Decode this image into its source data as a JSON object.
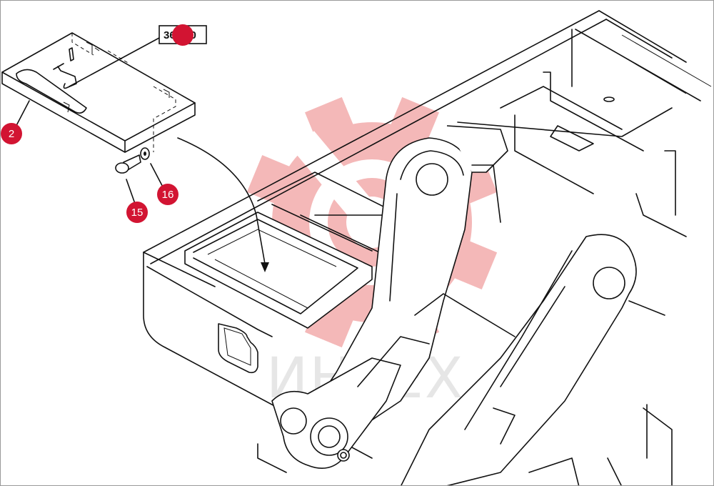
{
  "reference_box": {
    "label": "36.010"
  },
  "callouts": [
    {
      "id": "2",
      "label": "2"
    },
    {
      "id": "15",
      "label": "15"
    },
    {
      "id": "16",
      "label": "16"
    },
    {
      "id": "36-010-marker",
      "label": ""
    }
  ],
  "watermark": {
    "text": "ИНТЕХ"
  },
  "colors": {
    "callout": "#d21432",
    "watermark_gear": "#f4b8b8",
    "watermark_text": "#e6e6e6",
    "line": "#111111"
  }
}
